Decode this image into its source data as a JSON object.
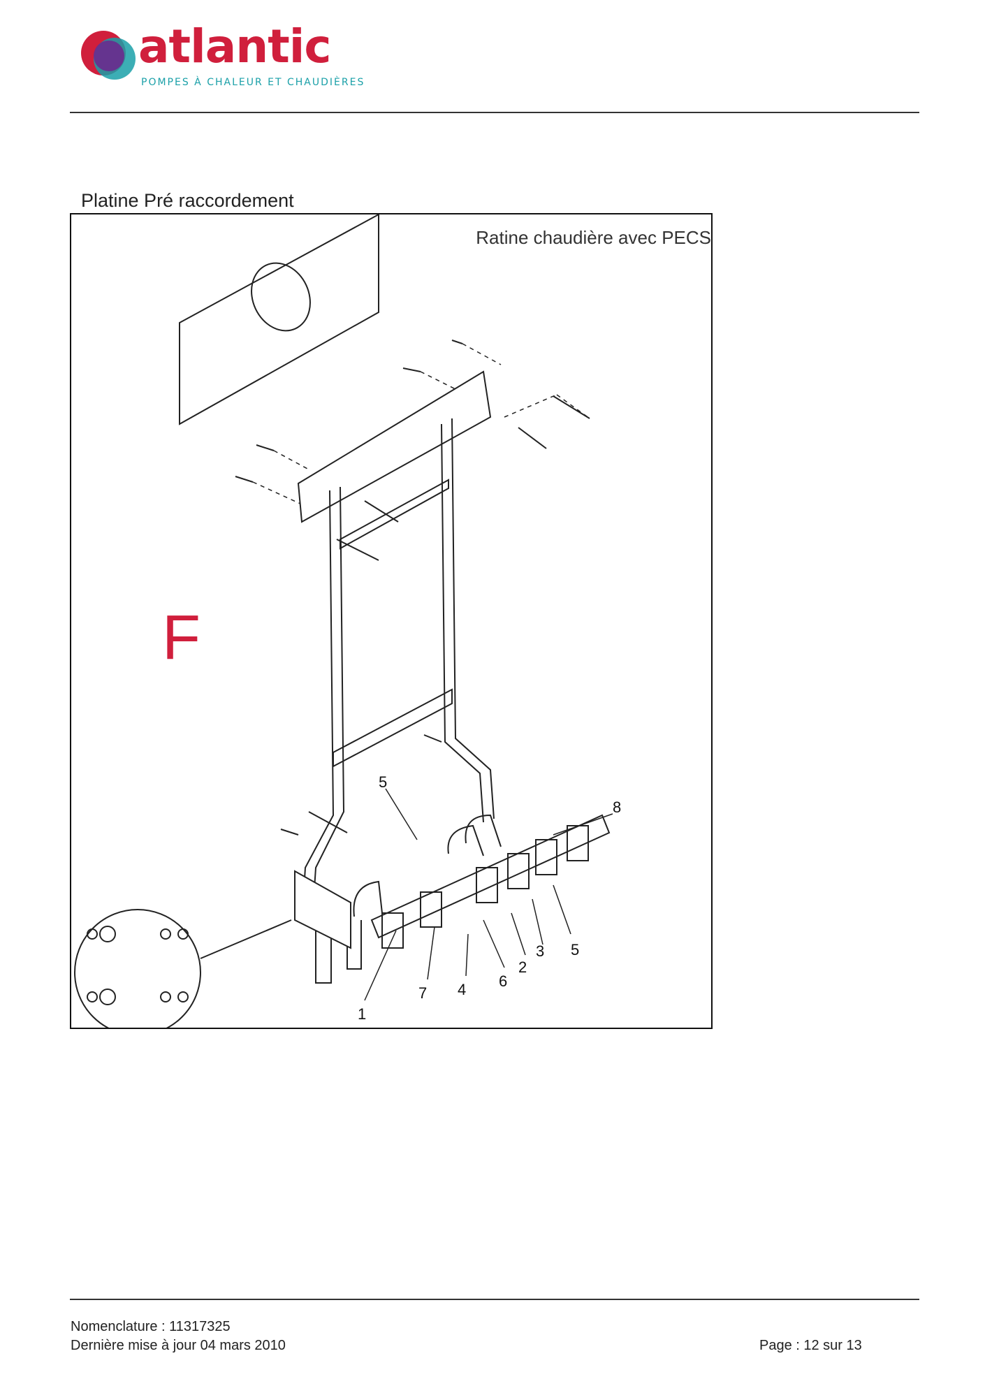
{
  "header": {
    "brand_name": "atlantic",
    "brand_tagline": "POMPES À CHALEUR ET CHAUDIÈRES",
    "colors": {
      "brand_red": "#d01f3c",
      "brand_teal": "#1aa0a8",
      "brand_purple": "#6a2a8e"
    }
  },
  "section": {
    "title": "Platine Pré raccordement"
  },
  "figure": {
    "caption": "Ratine chaudière avec PECS",
    "zone_letter": "F",
    "callouts": [
      "5",
      "8",
      "1",
      "7",
      "4",
      "6",
      "2",
      "3",
      "5"
    ]
  },
  "footer": {
    "nomenclature": "Nomenclature : 11317325",
    "last_update": "Dernière mise à jour 04 mars 2010",
    "page": "Page : 12 sur 13"
  }
}
